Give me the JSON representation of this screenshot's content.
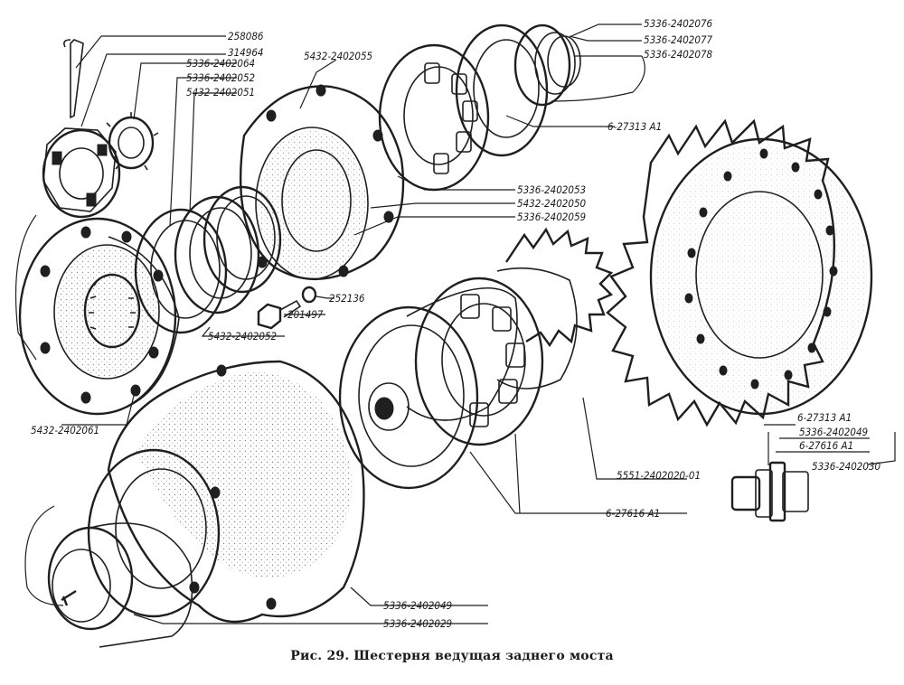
{
  "caption": {
    "figure": "Рис. 29.",
    "title": "Шестерня ведущая заднего моста"
  },
  "labels": {
    "l258086": "258086",
    "l314964": "314964",
    "l2402064": "5336-2402064",
    "l2402052a": "5336-2402052",
    "l2402051": "5432-2402051",
    "l2402055": "5432-2402055",
    "l2402076": "5336-2402076",
    "l2402077": "5336-2402077",
    "l2402078": "5336-2402078",
    "l27313a": "6-27313 А1",
    "l2402053": "5336-2402053",
    "l2402050": "5432-2402050",
    "l2402059": "5336-2402059",
    "l252136": "252136",
    "l201497": "201497",
    "l2402052b": "5432-2402052",
    "l2402061": "5432-2402061",
    "l2402020": "5551-2402020-01",
    "l27616a": "6-27616 А1",
    "l27313b": "6-27313 А1",
    "l2402049b": "5336-2402049",
    "l27616b": "6-27616 А1",
    "l2402030": "5336-2402030",
    "l2402049a": "5336-2402049",
    "l2402029": "5336-2402029"
  }
}
